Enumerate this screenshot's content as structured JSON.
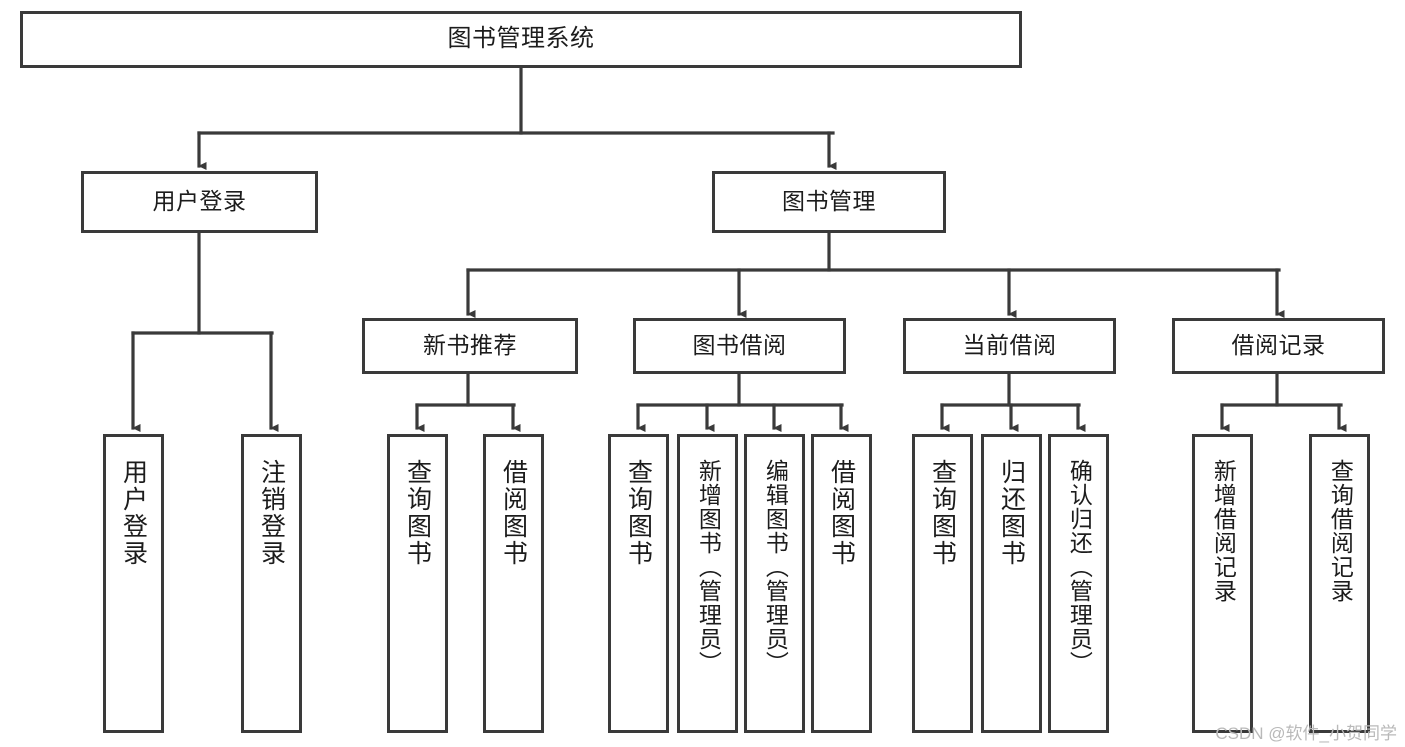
{
  "diagram": {
    "type": "tree",
    "title": "图书管理系统",
    "orientation": "top-down",
    "stroke_color": "#3a3a3a",
    "fill_color": "#ffffff",
    "text_color": "#1c1c1c",
    "watermark": "CSDN @软件_小贺同学",
    "nodes": {
      "root": {
        "label": "图书管理系统"
      },
      "l2": [
        {
          "label": "用户登录"
        },
        {
          "label": "图书管理"
        }
      ],
      "l3": [
        {
          "label": "新书推荐"
        },
        {
          "label": "图书借阅"
        },
        {
          "label": "当前借阅"
        },
        {
          "label": "借阅记录"
        }
      ],
      "leaves_user_login": [
        {
          "label": "用户登录"
        },
        {
          "label": "注销登录"
        }
      ],
      "leaves_new_book": [
        {
          "label": "查询图书"
        },
        {
          "label": "借阅图书"
        }
      ],
      "leaves_borrow": [
        {
          "label": "查询图书"
        },
        {
          "label": "新增图书（管理员）"
        },
        {
          "label": "编辑图书（管理员）"
        },
        {
          "label": "借阅图书"
        }
      ],
      "leaves_current": [
        {
          "label": "查询图书"
        },
        {
          "label": "归还图书"
        },
        {
          "label": "确认归还（管理员）"
        }
      ],
      "leaves_record": [
        {
          "label": "新增借阅记录"
        },
        {
          "label": "查询借阅记录"
        }
      ]
    }
  }
}
